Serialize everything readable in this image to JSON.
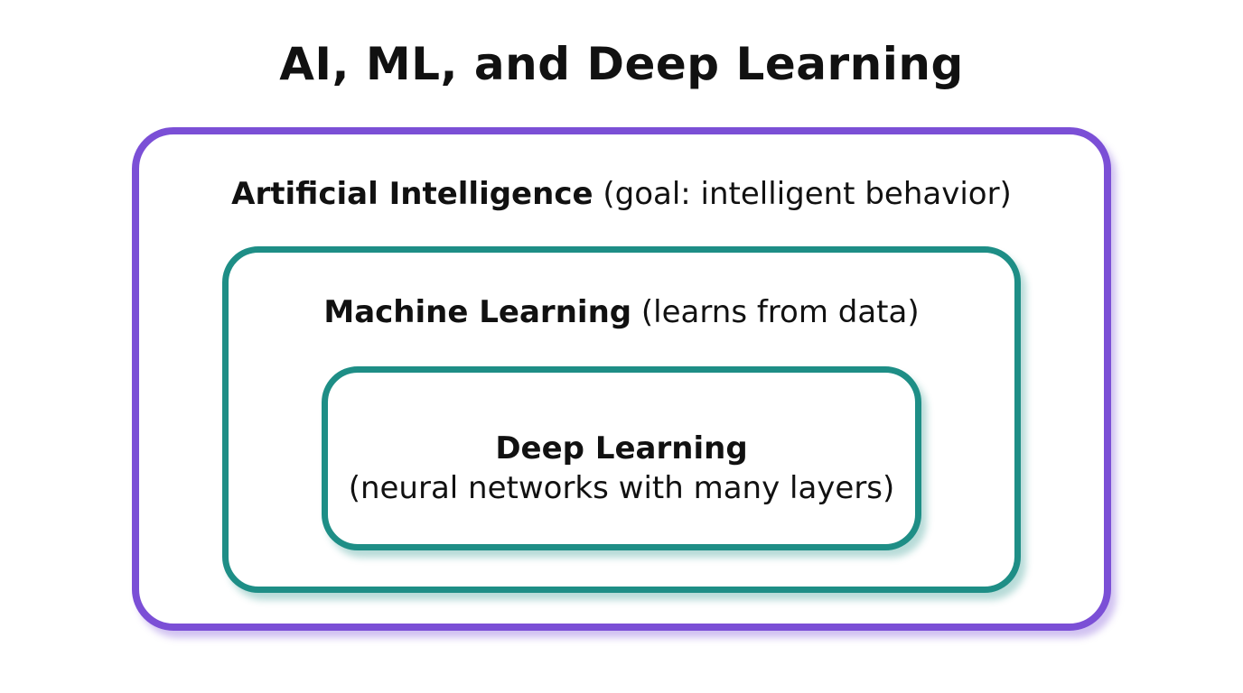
{
  "title": "AI, ML, and Deep Learning",
  "layers": {
    "ai": {
      "name": "Artificial Intelligence",
      "note": "(goal: intelligent behavior)"
    },
    "ml": {
      "name": "Machine Learning",
      "note": "(learns from data)"
    },
    "dl": {
      "name": "Deep Learning",
      "note": "(neural networks with many layers)"
    }
  },
  "colors": {
    "ai_border": "#7B4FD6",
    "ml_border": "#1E8E86",
    "dl_border": "#1E8E86",
    "text": "#111111"
  }
}
